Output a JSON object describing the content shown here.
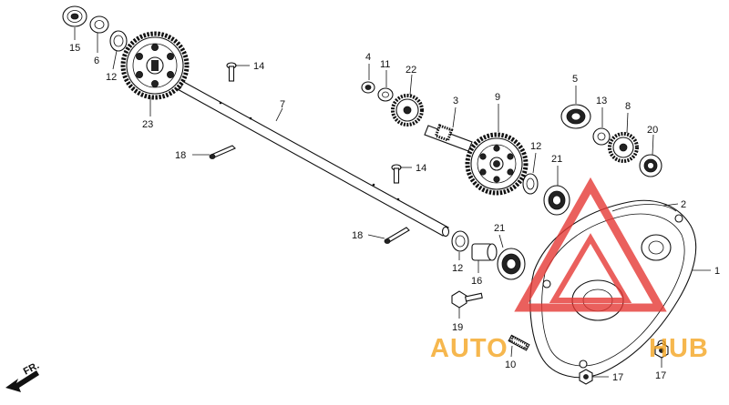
{
  "diagram": {
    "parts": [
      "1",
      "2",
      "3",
      "4",
      "5",
      "6",
      "7",
      "8",
      "9",
      "10",
      "11",
      "12",
      "13",
      "14",
      "15",
      "16",
      "17",
      "18",
      "19",
      "20",
      "21",
      "22",
      "23"
    ],
    "labels": {
      "p15": "15",
      "p6": "6",
      "p12a": "12",
      "p23": "23",
      "p14a": "14",
      "p7": "7",
      "p4": "4",
      "p11": "11",
      "p22": "22",
      "p3": "3",
      "p9": "9",
      "p5": "5",
      "p13": "13",
      "p8": "8",
      "p20": "20",
      "p12b": "12",
      "p21a": "21",
      "p2": "2",
      "p18a": "18",
      "p14b": "14",
      "p18b": "18",
      "p21b": "21",
      "p1": "1",
      "p12c": "12",
      "p16": "16",
      "p19": "19",
      "p10": "10",
      "p17a": "17",
      "p17b": "17"
    },
    "front_marker": "FR.",
    "watermark": {
      "text_left": "AUTO",
      "text_right": "HUB",
      "color": "#f5a623",
      "triangle_color": "#e53935"
    }
  }
}
